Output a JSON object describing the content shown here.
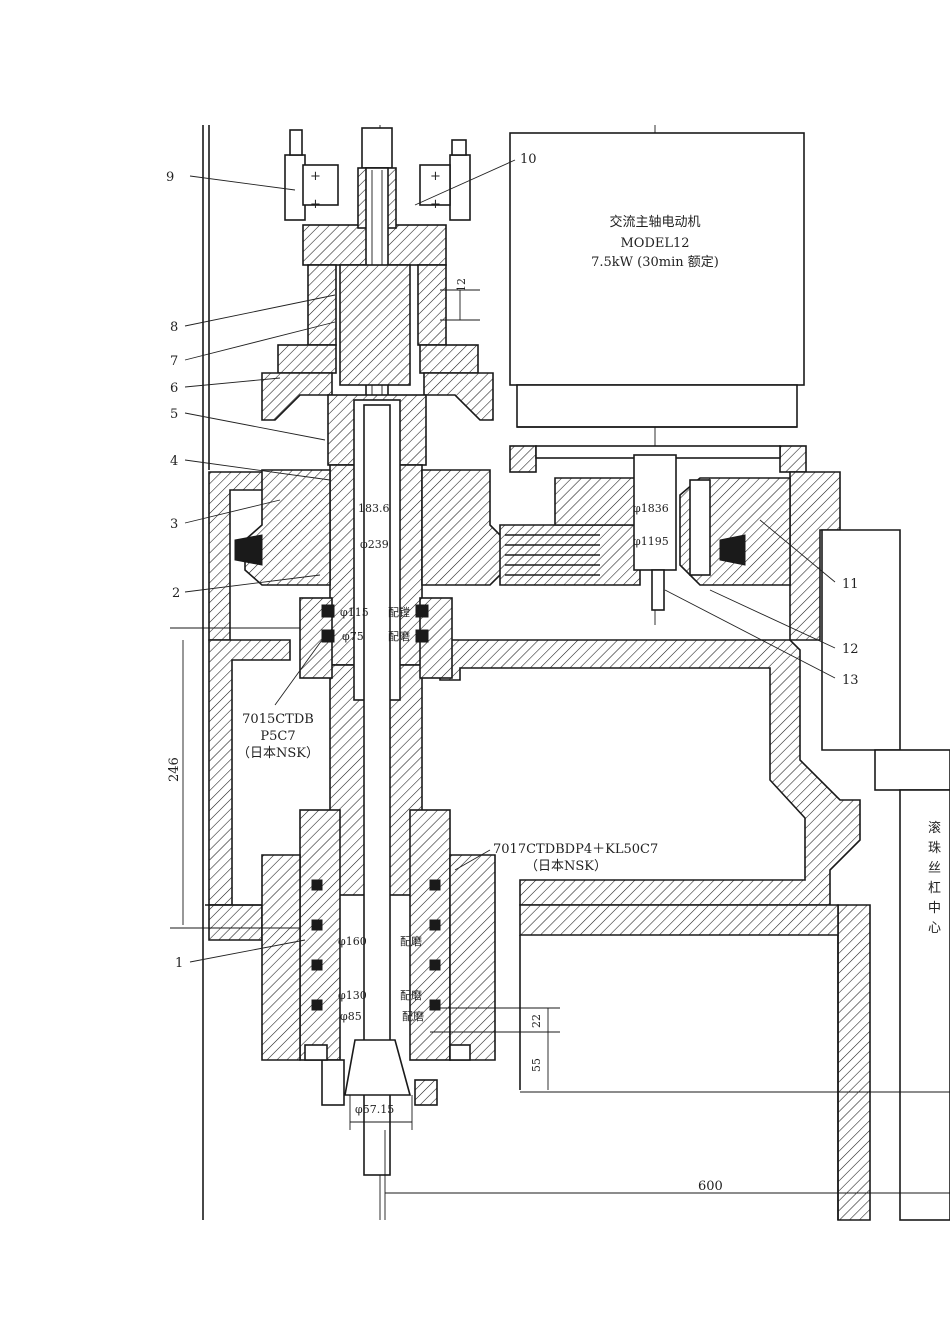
{
  "callouts": [
    {
      "id": "1",
      "label": "1"
    },
    {
      "id": "2",
      "label": "2"
    },
    {
      "id": "3",
      "label": "3"
    },
    {
      "id": "4",
      "label": "4"
    },
    {
      "id": "5",
      "label": "5"
    },
    {
      "id": "6",
      "label": "6"
    },
    {
      "id": "7",
      "label": "7"
    },
    {
      "id": "8",
      "label": "8"
    },
    {
      "id": "9",
      "label": "9"
    },
    {
      "id": "10",
      "label": "10"
    },
    {
      "id": "11",
      "label": "11"
    },
    {
      "id": "12",
      "label": "12"
    },
    {
      "id": "13",
      "label": "13"
    }
  ],
  "motor": {
    "line1": "交流主轴电动机",
    "line2": "MODEL12",
    "line3": "7.5kW (30min 额定)"
  },
  "bearing_upper": {
    "line1": "7015CTDB",
    "line2": "P5C7",
    "line3": "（日本NSK）"
  },
  "bearing_lower": {
    "line1": "7017CTDBDP4＋KL50C7",
    "line2": "（日本NSK）"
  },
  "ball_screw_center": [
    "滚",
    "珠",
    "丝",
    "杠",
    "中",
    "心"
  ],
  "dimensions": {
    "d12": "12",
    "d183": "183.6",
    "d239": "φ239",
    "d115": "φ115",
    "d75": "φ75",
    "match1": "配镗",
    "match2": "配磨",
    "d246": "246",
    "d1836": "φ1836",
    "d1195": "φ1195",
    "d160": "φ160",
    "d130": "φ130",
    "d85": "φ85",
    "match3": "配磨",
    "match4": "配磨",
    "match5": "配磨",
    "d22": "22",
    "d55": "55",
    "d5715": "φ57.15",
    "d600": "600"
  }
}
